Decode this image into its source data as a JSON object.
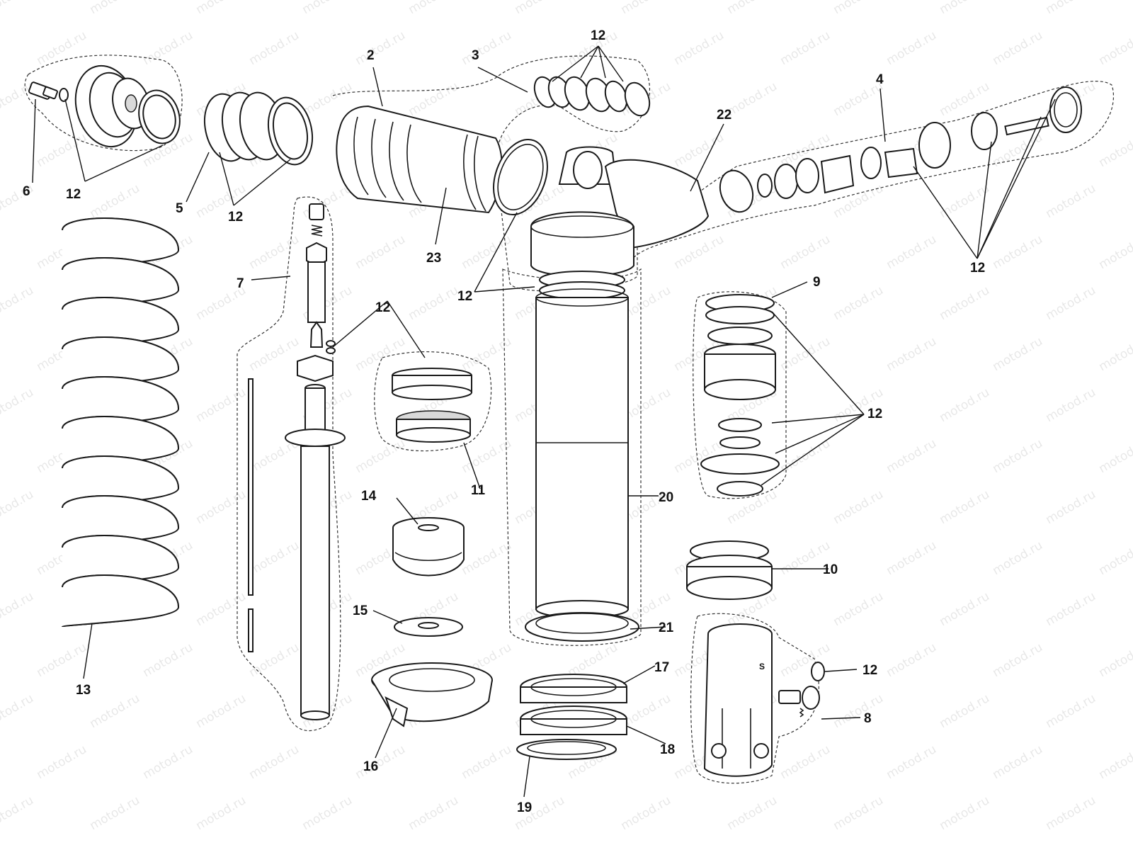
{
  "watermark": "motod.ru",
  "callouts": {
    "c2": "2",
    "c3": "3",
    "c4": "4",
    "c5": "5",
    "c6": "6",
    "c7": "7",
    "c8": "8",
    "c9": "9",
    "c10": "10",
    "c11": "11",
    "c12a": "12",
    "c12b": "12",
    "c12c": "12",
    "c12d": "12",
    "c12e": "12",
    "c12f": "12",
    "c12g": "12",
    "c12h": "12",
    "c12i": "12",
    "c13": "13",
    "c14": "14",
    "c15": "15",
    "c16": "16",
    "c17": "17",
    "c18": "18",
    "c19": "19",
    "c20": "20",
    "c21": "21",
    "c22": "22",
    "c23": "23"
  },
  "stamp": "S",
  "colors": {
    "line": "#1a1a1a",
    "fill": "#ffffff",
    "shade": "#d9d9d9"
  }
}
